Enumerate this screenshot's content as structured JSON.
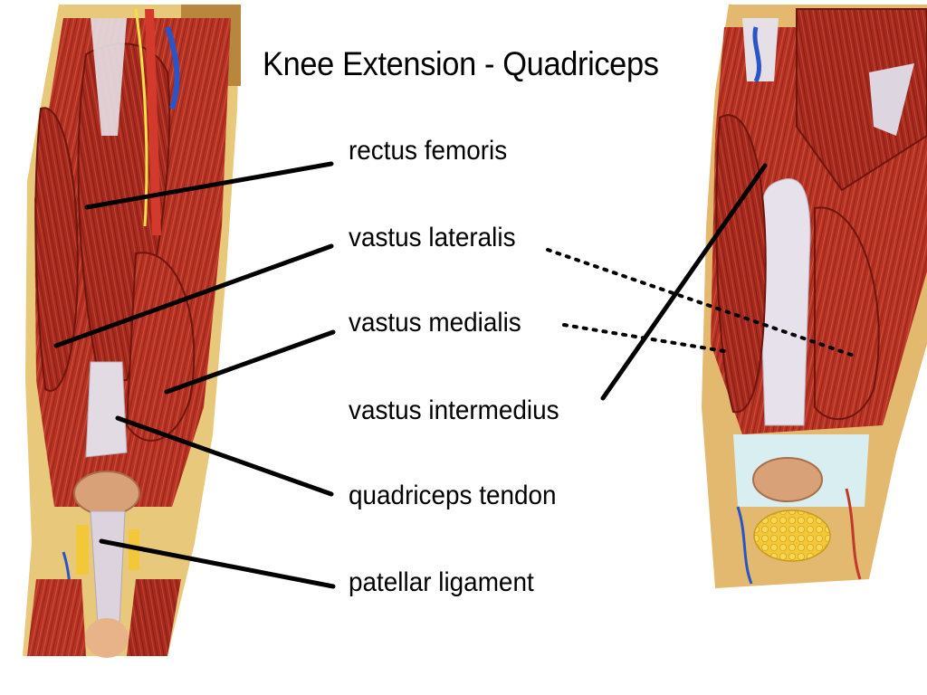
{
  "title": "Knee Extension - Quadriceps",
  "labels": [
    {
      "id": "rectus-femoris",
      "text": "rectus femoris"
    },
    {
      "id": "vastus-lateralis",
      "text": "vastus lateralis"
    },
    {
      "id": "vastus-medialis",
      "text": "vastus medialis"
    },
    {
      "id": "vastus-intermedius",
      "text": "vastus intermedius"
    },
    {
      "id": "quadriceps-tendon",
      "text": "quadriceps tendon"
    },
    {
      "id": "patellar-ligament",
      "text": "patellar ligament"
    }
  ],
  "colors": {
    "muscle": "#b83224",
    "muscle_dark": "#7e1a12",
    "tendon": "#e2dbe3",
    "patella": "#d9a178",
    "fat_pad": "#f2c83a",
    "leader": "#000000"
  }
}
